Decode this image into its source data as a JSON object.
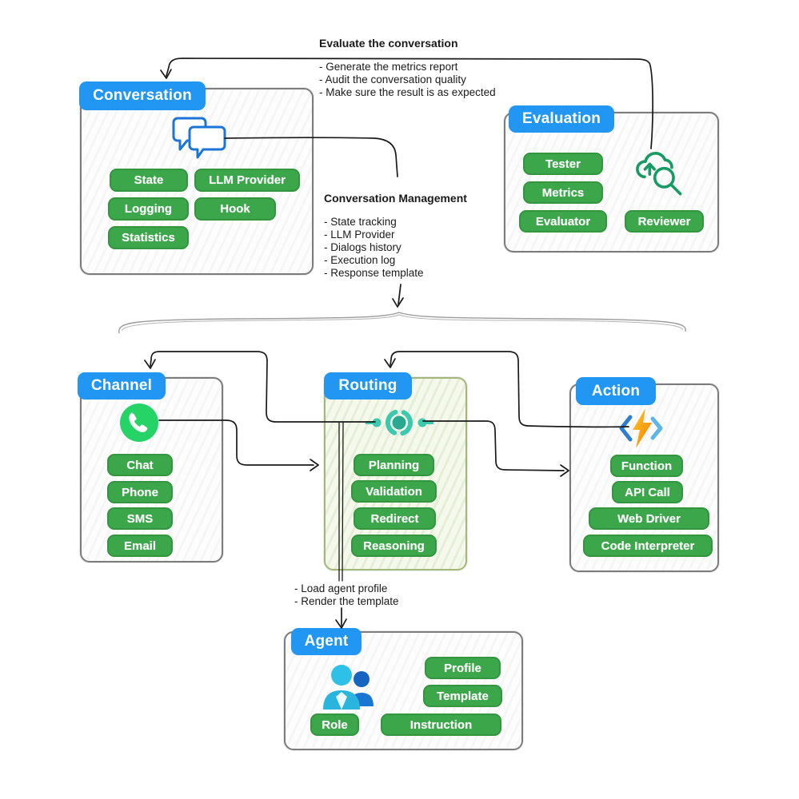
{
  "annotations": {
    "evaluate": {
      "title": "Evaluate the conversation",
      "bullets": [
        "- Generate the metrics report",
        "- Audit the conversation quality",
        "- Make sure the result is as expected"
      ]
    },
    "conversation_management": {
      "title": "Conversation Management",
      "bullets": [
        "- State tracking",
        "- LLM Provider",
        "- Dialogs history",
        "- Execution log",
        "- Response template"
      ]
    },
    "agent_notes": {
      "bullets": [
        "- Load agent profile",
        "- Render the template"
      ]
    }
  },
  "nodes": {
    "conversation": {
      "label": "Conversation",
      "icon": "chat-bubbles-icon",
      "buttons": [
        "State",
        "LLM Provider",
        "Logging",
        "Hook",
        "Statistics"
      ]
    },
    "evaluation": {
      "label": "Evaluation",
      "icon": "cloud-search-icon",
      "buttons": [
        "Tester",
        "Metrics",
        "Evaluator",
        "Reviewer"
      ]
    },
    "channel": {
      "label": "Channel",
      "icon": "whatsapp-icon",
      "buttons": [
        "Chat",
        "Phone",
        "SMS",
        "Email"
      ]
    },
    "routing": {
      "label": "Routing",
      "icon": "router-hub-icon",
      "buttons": [
        "Planning",
        "Validation",
        "Redirect",
        "Reasoning"
      ]
    },
    "action": {
      "label": "Action",
      "icon": "azure-function-icon",
      "buttons": [
        "Function",
        "API Call",
        "Web Driver",
        "Code Interpreter"
      ]
    },
    "agent": {
      "label": "Agent",
      "icon": "users-icon",
      "buttons": [
        "Profile",
        "Template",
        "Role",
        "Instruction"
      ]
    }
  },
  "colors": {
    "label_blue": "#2196f3",
    "button_green": "#3ba64a",
    "routing_box_green": "#f4f9ec",
    "hub_teal": "#3cc9ae",
    "hub_teal_dark": "#2aa890",
    "whatsapp_green": "#25d366",
    "eval_icon_green": "#169b62",
    "bolt_orange": "#ffb300",
    "bracket_blue": "#2d7dd2",
    "wire_black": "#1a1a1a",
    "brace_gray": "#9b9b9b"
  }
}
